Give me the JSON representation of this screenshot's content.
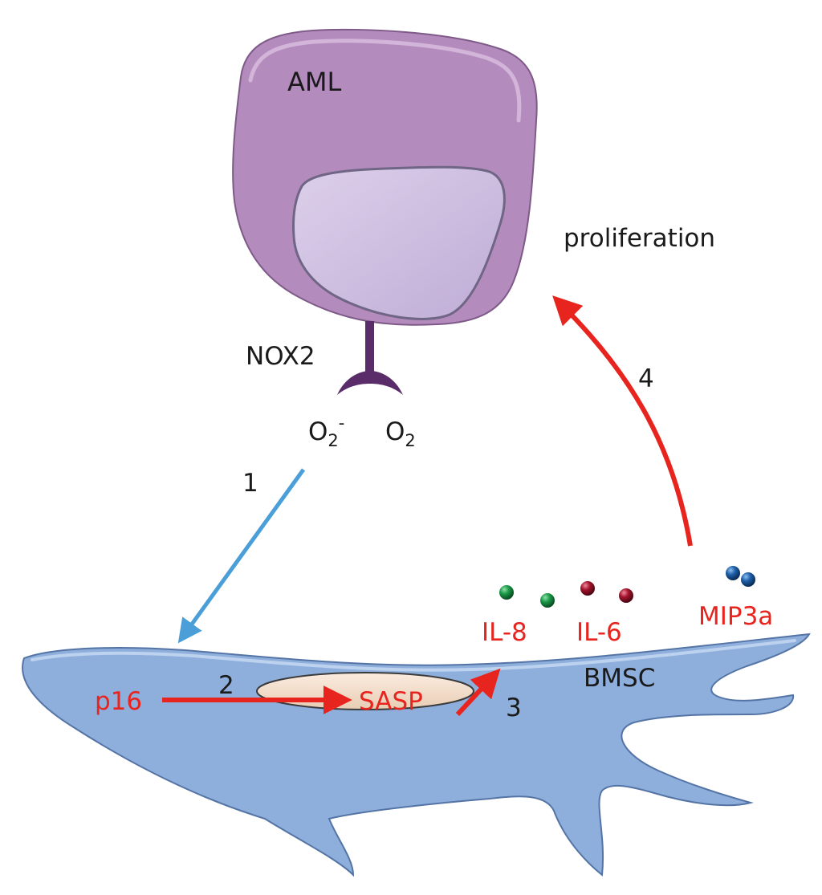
{
  "cells": {
    "aml": "AML",
    "bmsc": "BMSC"
  },
  "receptor": "NOX2",
  "oxygen": {
    "superoxide": "O",
    "superoxide_sub": "2",
    "superoxide_sup": "-",
    "oxygen": "O",
    "oxygen_sub": "2"
  },
  "labels": {
    "proliferation": "proliferation",
    "p16": "p16",
    "sasp": "SASP",
    "il8": "IL-8",
    "il6": "IL-6",
    "mip3a": "MIP3a"
  },
  "steps": {
    "s1": "1",
    "s2": "2",
    "s3": "3",
    "s4": "4"
  },
  "colors": {
    "aml_cell": "#b48bbd",
    "aml_nucleus": "#c9b7dc",
    "bmsc_cell": "#8eaedc",
    "bmsc_nucleus": "#f2dcc6",
    "red_arrow": "#e8241f",
    "blue_arrow": "#4a9fd8",
    "il8_ball": "#1a9a48",
    "il6_ball": "#a3122c",
    "mip3a_ball": "#1f5fa8"
  }
}
